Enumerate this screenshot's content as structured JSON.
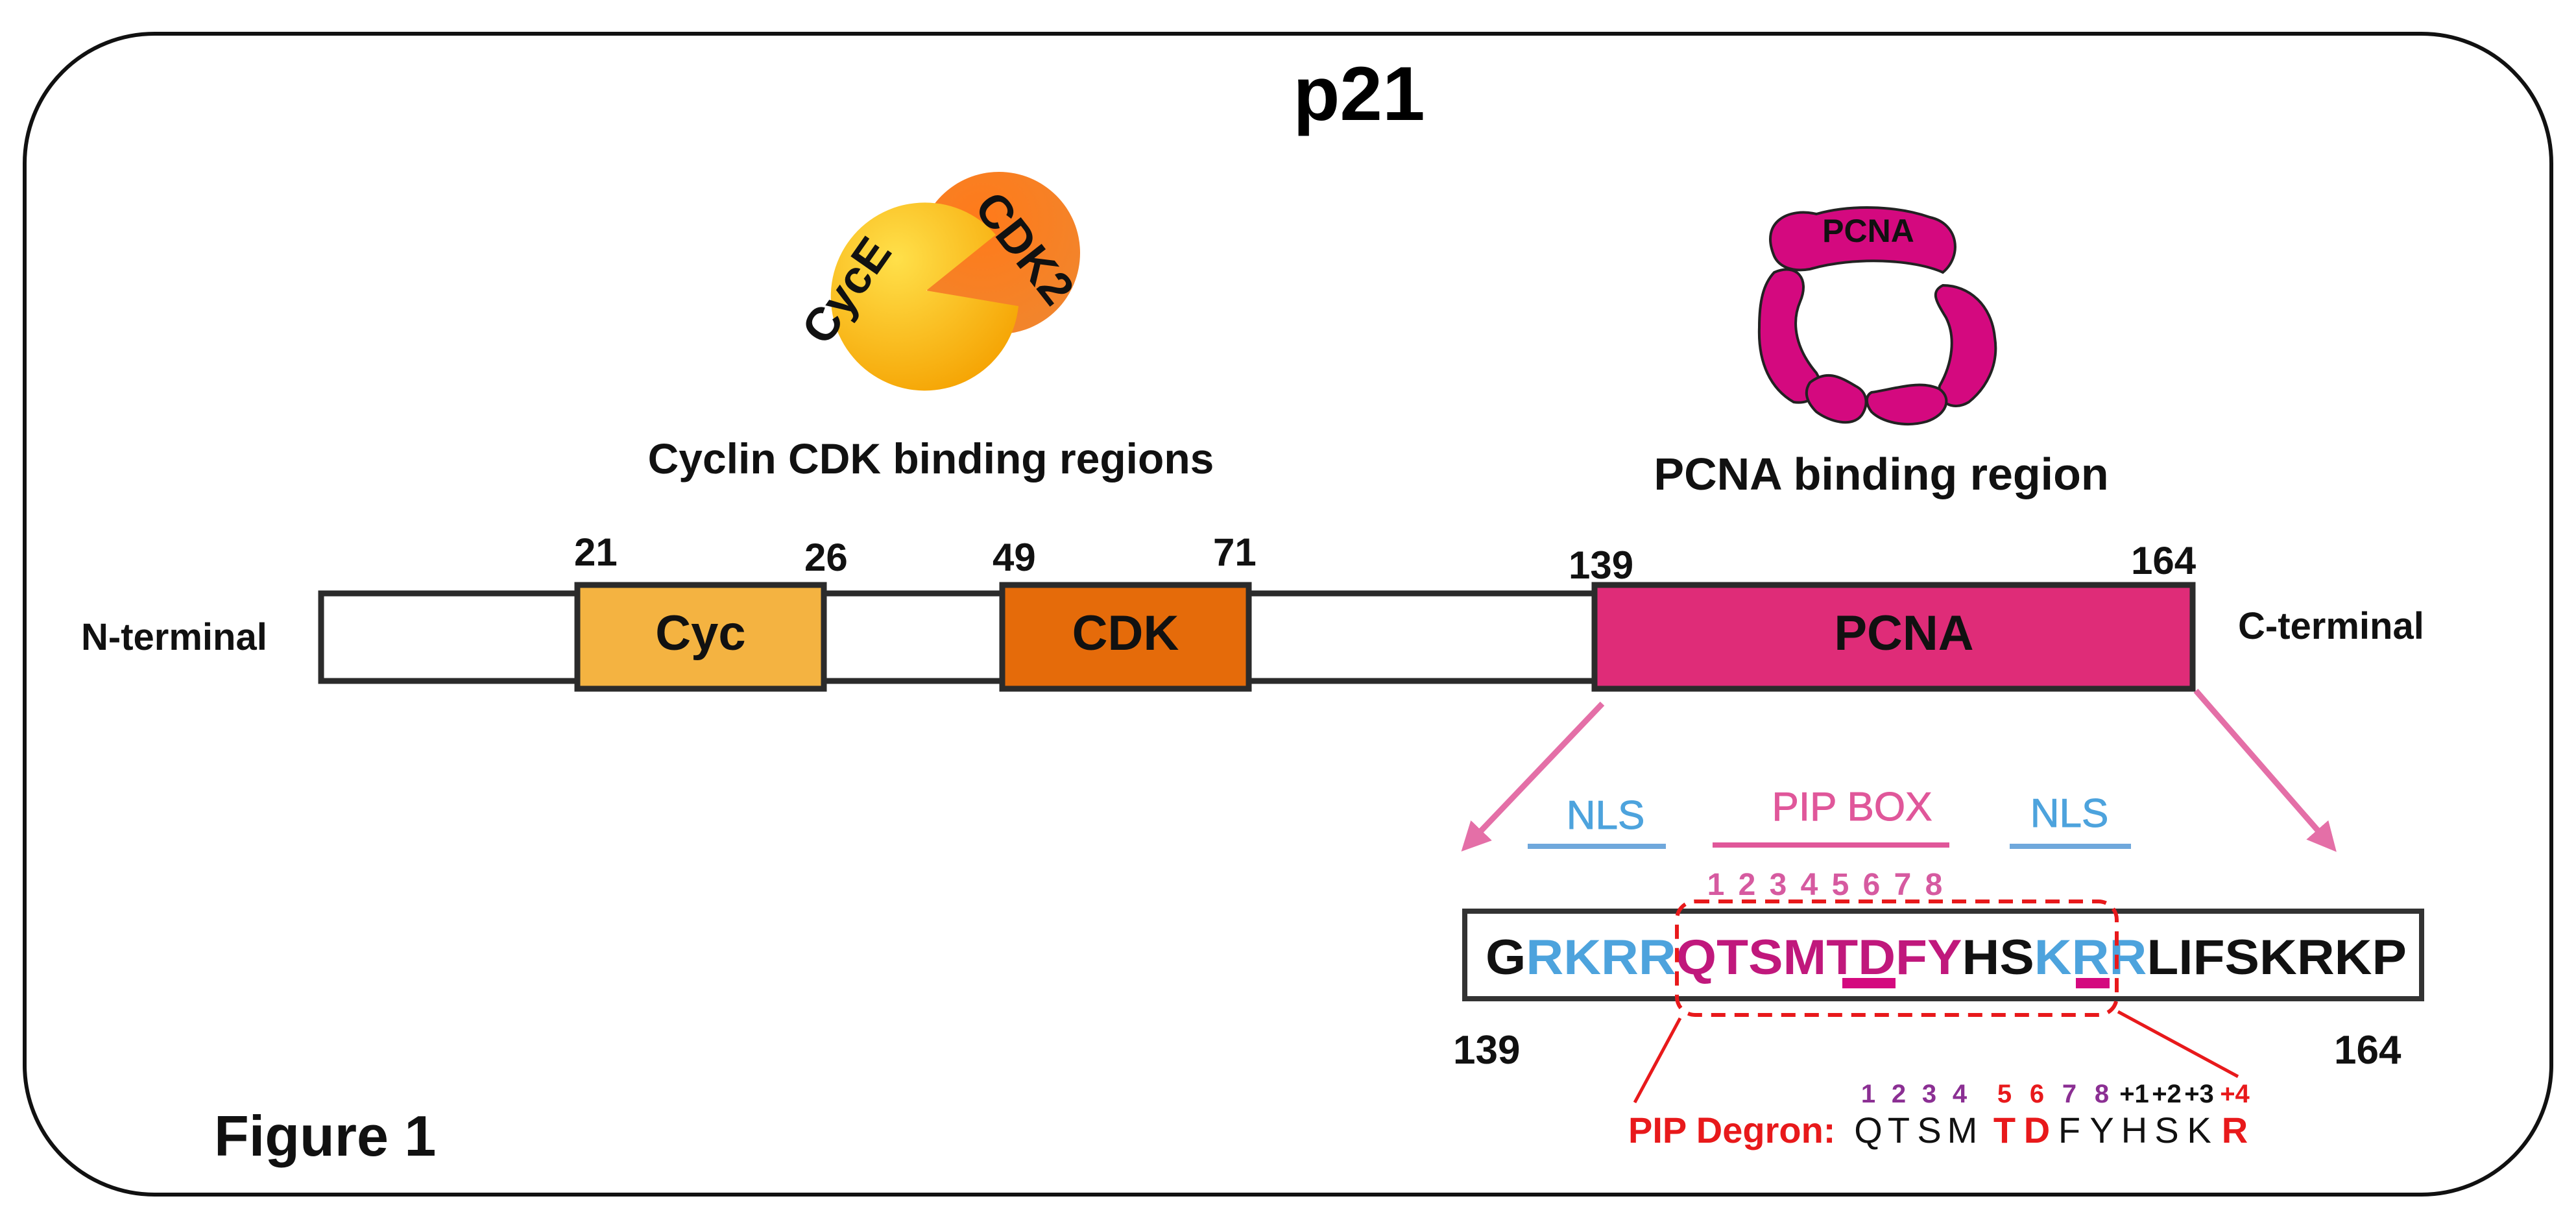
{
  "title": "p21",
  "figure_label": "Figure 1",
  "cyclin_cdk": {
    "caption": "Cyclin CDK binding regions",
    "cyclin_label": "CycE",
    "cdk_label": "CDK2"
  },
  "pcna_group": {
    "caption": "PCNA binding region",
    "ring_label": "PCNA"
  },
  "protein_bar": {
    "n_terminal": "N-terminal",
    "c_terminal": "C-terminal",
    "domains": [
      {
        "label": "Cyc",
        "start": "21",
        "end": "26",
        "color": "#f4b341"
      },
      {
        "label": "CDK",
        "start": "49",
        "end": "71",
        "color": "#e56b0a"
      },
      {
        "label": "PCNA",
        "start": "139",
        "end": "164",
        "color": "#df2c78"
      }
    ]
  },
  "sequence_box": {
    "segments": [
      {
        "text": "G",
        "color": "#111111"
      },
      {
        "text": "RKRR",
        "color": "#4da3dd"
      },
      {
        "text": "QTSMTDFY",
        "color": "#c0187c"
      },
      {
        "text": "HS",
        "color": "#111111"
      },
      {
        "text": "KR",
        "color": "#4da3dd"
      },
      {
        "text": "R",
        "color": "#4da3dd"
      },
      {
        "text": "LIFSKRKP",
        "color": "#111111"
      }
    ],
    "start_num": "139",
    "end_num": "164",
    "nls_left": "NLS",
    "nls_right": "NLS",
    "pip_box": "PIP BOX",
    "pip_positions": [
      "1",
      "2",
      "3",
      "4",
      "5",
      "6",
      "7",
      "8"
    ]
  },
  "degron": {
    "label": "PIP Degron:",
    "residues": [
      "Q",
      "T",
      "S",
      "M",
      "T",
      "D",
      "F",
      "Y",
      "H",
      "S",
      "K",
      "R"
    ],
    "positions": [
      "1",
      "2",
      "3",
      "4",
      "5",
      "6",
      "7",
      "8",
      "+1",
      "+2",
      "+3",
      "+4"
    ]
  },
  "colors": {
    "nls_blue": "#4da3dd",
    "pip_pink": "#e0579a",
    "pcna_magenta": "#d4097f",
    "degron_red": "#e8191b"
  }
}
